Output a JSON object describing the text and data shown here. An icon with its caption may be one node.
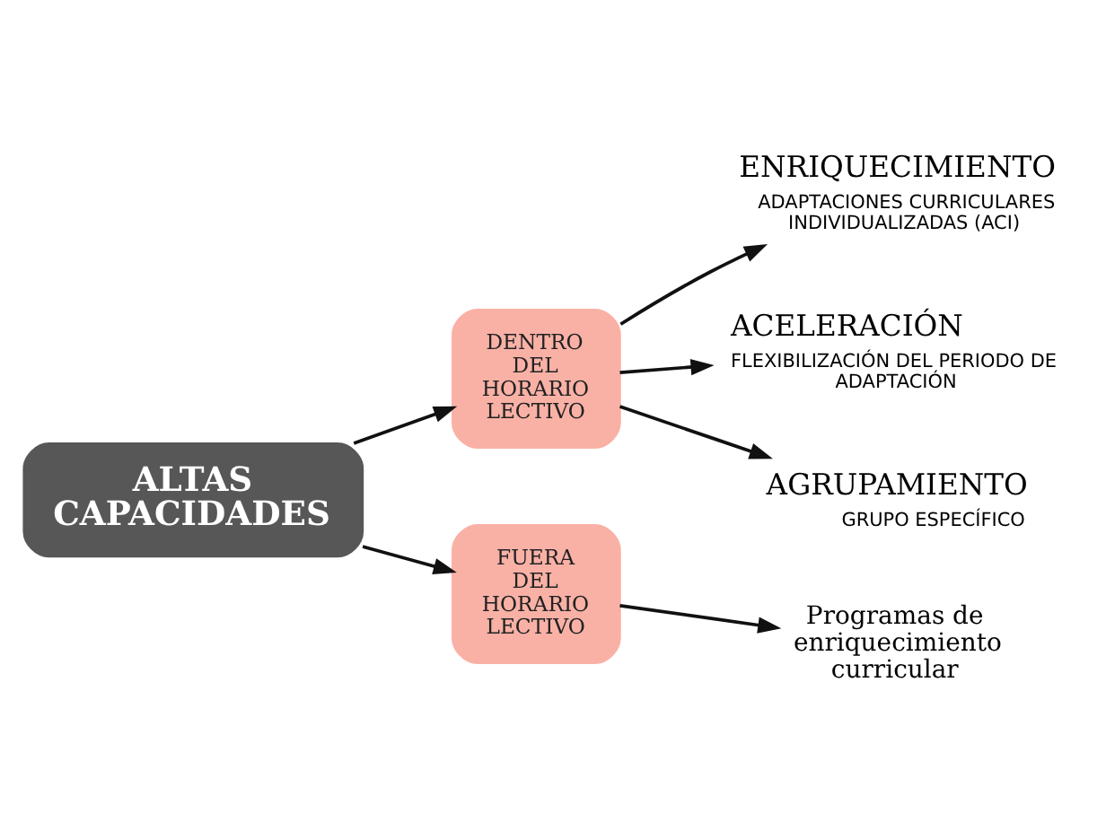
{
  "diagram": {
    "nodes": [
      {
        "text": [
          "ALTAS CAPACIDADES"
        ]
      },
      {
        "text": [
          "DENTRO DEL HORARIO LECTIVO"
        ]
      },
      {
        "text": [
          "FUERA DEL HORARIO LECTIVO"
        ]
      },
      {
        "text": [
          "ENRIQUECIMIENTO",
          "ADAPTACIONES CURRICULARES INDIVIDUALIZADAS (ACI)"
        ]
      },
      {
        "text": [
          "ACELERACIÓN",
          "FLEXIBILIZACIÓN DEL PERIODO DE ADAPTACIÓN"
        ]
      },
      {
        "text": [
          "AGRUPAMIENTO",
          "GRUPO ESPECÍFICO"
        ]
      },
      {
        "text": [
          "Programas de enriquecimiento curricular"
        ]
      }
    ],
    "edges": [
      {
        "from": 0,
        "to": 1,
        "arrow": "to"
      },
      {
        "from": 0,
        "to": 2,
        "arrow": "to"
      },
      {
        "from": 1,
        "to": 3,
        "arrow": "to"
      },
      {
        "from": 1,
        "to": 4,
        "arrow": "to"
      },
      {
        "from": 1,
        "to": 5,
        "arrow": "to"
      },
      {
        "from": 2,
        "to": 6,
        "arrow": "to"
      }
    ]
  }
}
